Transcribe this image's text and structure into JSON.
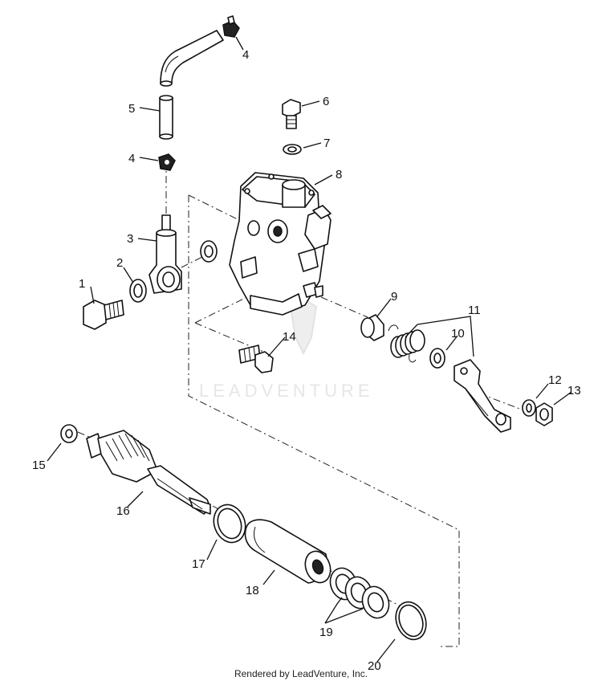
{
  "watermark": "LEADVENTURE",
  "footer": "Rendered by LeadVenture, Inc.",
  "callouts": [
    "1",
    "2",
    "3",
    "4",
    "4",
    "5",
    "6",
    "7",
    "8",
    "9",
    "10",
    "11",
    "12",
    "13",
    "14",
    "15",
    "16",
    "17",
    "18",
    "19",
    "20"
  ]
}
